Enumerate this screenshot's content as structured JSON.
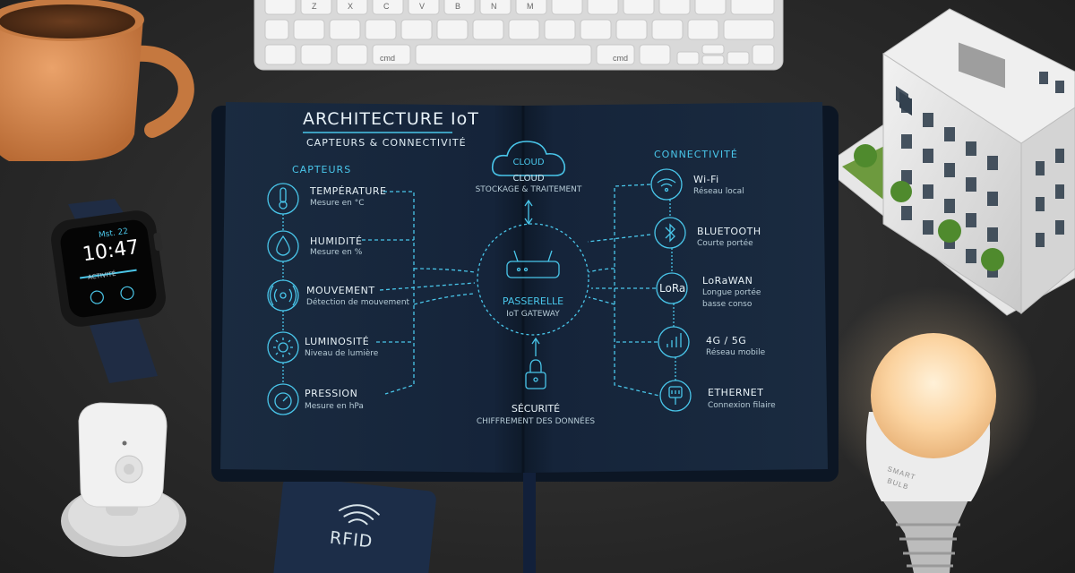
{
  "notebook": {
    "title": "ARCHITECTURE IoT",
    "subtitle": "CAPTEURS & CONNECTIVITÉ",
    "sensors": {
      "heading": "CAPTEURS",
      "items": [
        {
          "label": "TEMPÉRATURE",
          "desc": "Mesure en °C",
          "icon": "thermometer-icon"
        },
        {
          "label": "HUMIDITÉ",
          "desc": "Mesure en %",
          "icon": "droplet-icon"
        },
        {
          "label": "MOUVEMENT",
          "desc": "Détection de mouvement",
          "icon": "motion-sensor-icon"
        },
        {
          "label": "LUMINOSITÉ",
          "desc": "Niveau de lumière",
          "icon": "sun-icon"
        },
        {
          "label": "PRESSION",
          "desc": "Mesure en hPa",
          "icon": "gauge-icon"
        }
      ]
    },
    "cloud": {
      "icon_label": "CLOUD",
      "label": "CLOUD",
      "desc": "STOCKAGE & TRAITEMENT"
    },
    "gateway": {
      "label": "PASSERELLE",
      "desc": "IoT GATEWAY"
    },
    "security": {
      "label": "SÉCURITÉ",
      "desc": "CHIFFREMENT DES DONNÉES"
    },
    "connectivity": {
      "heading": "CONNECTIVITÉ",
      "items": [
        {
          "label": "Wi-Fi",
          "desc": "Réseau local",
          "desc2": "",
          "icon": "wifi-icon"
        },
        {
          "label": "BLUETOOTH",
          "desc": "Courte portée",
          "desc2": "",
          "icon": "bluetooth-icon"
        },
        {
          "label": "LoRaWAN",
          "desc": "Longue portée",
          "desc2": "basse conso",
          "icon": "lora-icon",
          "icon_text": "LoRa"
        },
        {
          "label": "4G / 5G",
          "desc": "Réseau mobile",
          "desc2": "",
          "icon": "cellular-signal-icon"
        },
        {
          "label": "ETHERNET",
          "desc": "Connexion filaire",
          "desc2": "",
          "icon": "ethernet-plug-icon"
        }
      ]
    }
  },
  "watch": {
    "date": "Mst. 22",
    "time": "10:47",
    "activity": "ACTIVITÉ"
  },
  "rfid_card": {
    "label": "RFID"
  },
  "smart_bulb": {
    "line1": "SMART",
    "line2": "BULB"
  },
  "keyboard": {
    "keys": [
      "Z",
      "X",
      "C",
      "V",
      "B",
      "N",
      "M",
      "cmd",
      "cmd"
    ]
  },
  "colors": {
    "accent_cyan": "#49c6ea",
    "notebook_navy": "#16263a",
    "desk": "#2e2e2e",
    "mug": "#d9874a",
    "bulb_glow": "#fbd9a8"
  }
}
